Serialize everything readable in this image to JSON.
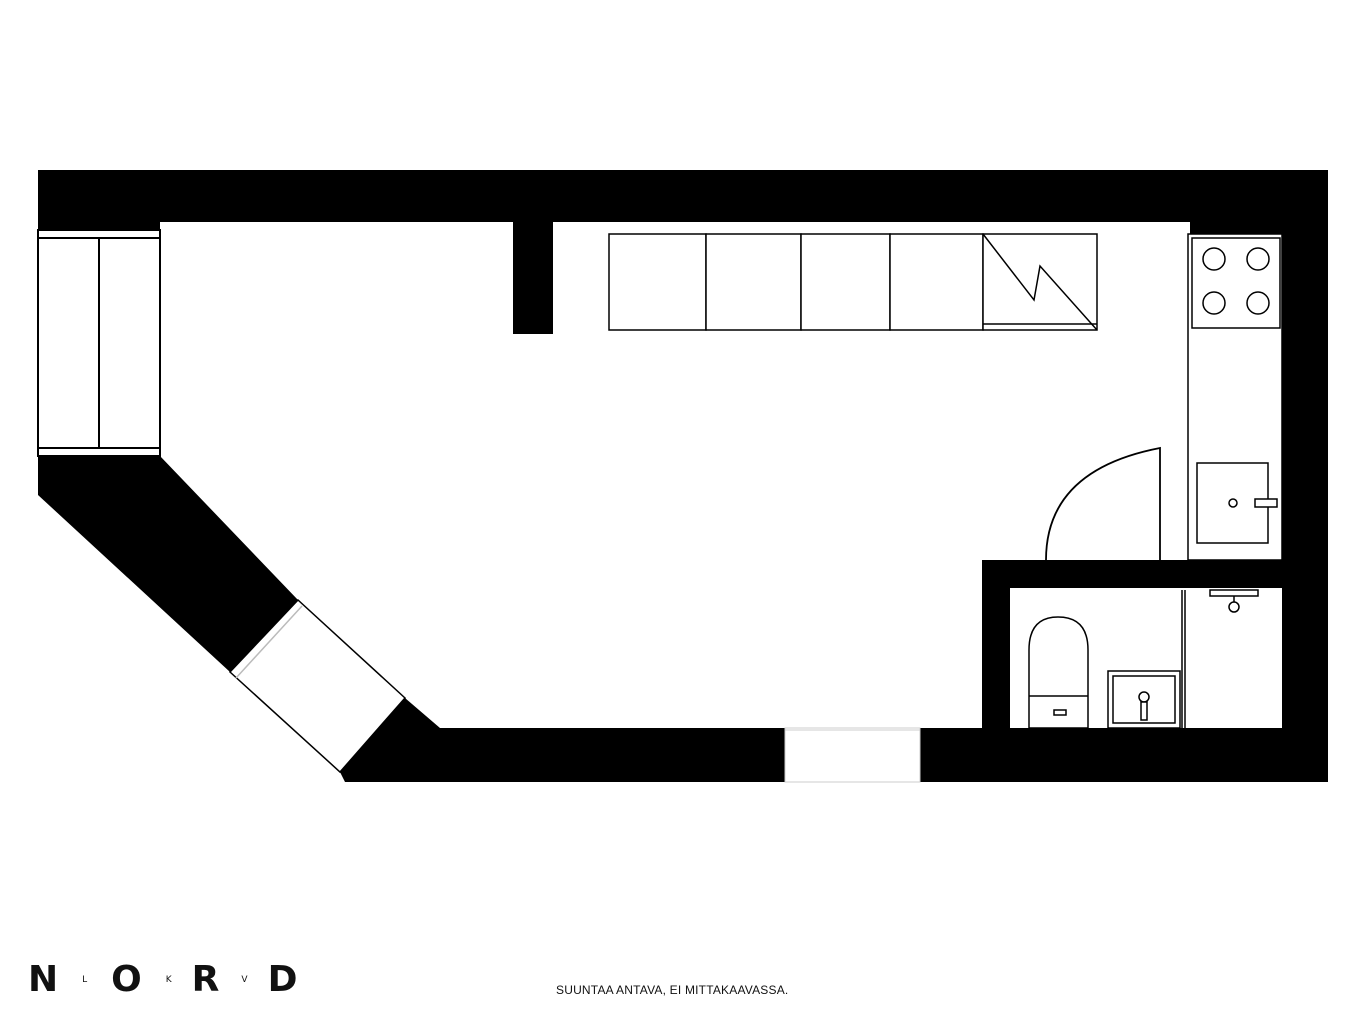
{
  "logo": {
    "letters": [
      {
        "char": "N",
        "size": "large"
      },
      {
        "char": "L",
        "size": "small"
      },
      {
        "char": "O",
        "size": "large"
      },
      {
        "char": "K",
        "size": "small"
      },
      {
        "char": "R",
        "size": "large"
      },
      {
        "char": "V",
        "size": "small"
      },
      {
        "char": "D",
        "size": "large"
      }
    ]
  },
  "disclaimer": "SUUNTAA ANTAVA, EI MITTAKAAVASSA.",
  "colors": {
    "wall": "#000000",
    "background": "#ffffff",
    "line": "#000000"
  }
}
